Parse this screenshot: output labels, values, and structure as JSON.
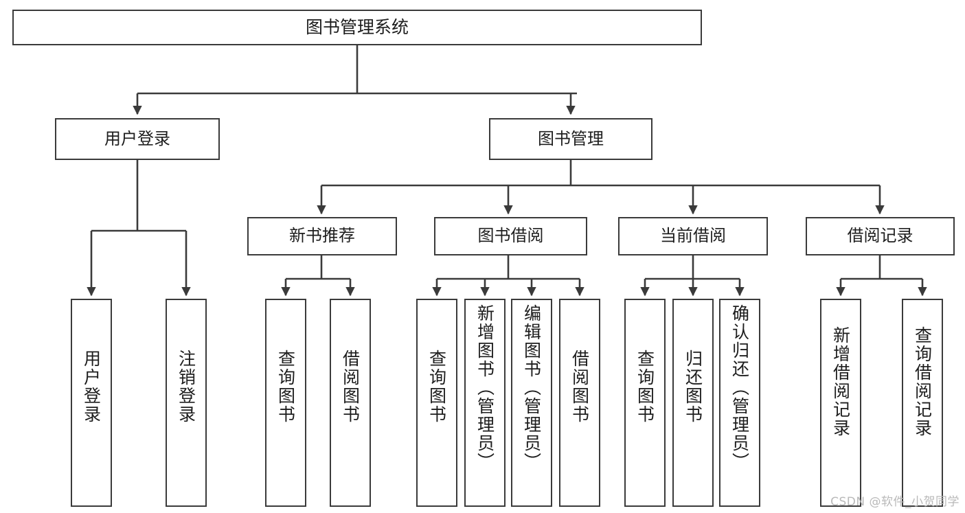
{
  "diagram": {
    "title": "图书管理系统",
    "type": "tree-hierarchy",
    "watermark": "CSDN @软件_小贺同学",
    "colors": {
      "background": "#ffffff",
      "box_border": "#3a3a3a",
      "box_fill": "#ffffff",
      "connector": "#3a3a3a",
      "text": "#1d1d1d",
      "watermark": "#b9b9b9"
    },
    "root": {
      "id": "root",
      "label": "图书管理系统"
    },
    "level1": [
      {
        "id": "user-login",
        "label": "用户登录"
      },
      {
        "id": "book-manage",
        "label": "图书管理"
      }
    ],
    "level2": [
      {
        "id": "new-book-recommend",
        "label": "新书推荐",
        "parent": "book-manage"
      },
      {
        "id": "book-borrow",
        "label": "图书借阅",
        "parent": "book-manage"
      },
      {
        "id": "current-borrow",
        "label": "当前借阅",
        "parent": "book-manage"
      },
      {
        "id": "borrow-record",
        "label": "借阅记录",
        "parent": "book-manage"
      }
    ],
    "leaves": [
      {
        "id": "leaf-user-login",
        "label": "用户登录",
        "parent": "user-login"
      },
      {
        "id": "leaf-user-logout",
        "label": "注销登录",
        "parent": "user-login"
      },
      {
        "id": "leaf-query-book-1",
        "label": "查询图书",
        "parent": "new-book-recommend"
      },
      {
        "id": "leaf-borrow-book-1",
        "label": "借阅图书",
        "parent": "new-book-recommend"
      },
      {
        "id": "leaf-query-book-2",
        "label": "查询图书",
        "parent": "book-borrow"
      },
      {
        "id": "leaf-add-book",
        "label": "新增图书（管理员）",
        "parent": "book-borrow"
      },
      {
        "id": "leaf-edit-book",
        "label": "编辑图书（管理员）",
        "parent": "book-borrow"
      },
      {
        "id": "leaf-borrow-book-2",
        "label": "借阅图书",
        "parent": "book-borrow"
      },
      {
        "id": "leaf-query-book-3",
        "label": "查询图书",
        "parent": "current-borrow"
      },
      {
        "id": "leaf-return-book",
        "label": "归还图书",
        "parent": "current-borrow"
      },
      {
        "id": "leaf-confirm-return",
        "label": "确认归还（管理员）",
        "parent": "current-borrow"
      },
      {
        "id": "leaf-add-record",
        "label": "新增借阅记录",
        "parent": "borrow-record"
      },
      {
        "id": "leaf-query-record",
        "label": "查询借阅记录",
        "parent": "borrow-record"
      }
    ]
  }
}
